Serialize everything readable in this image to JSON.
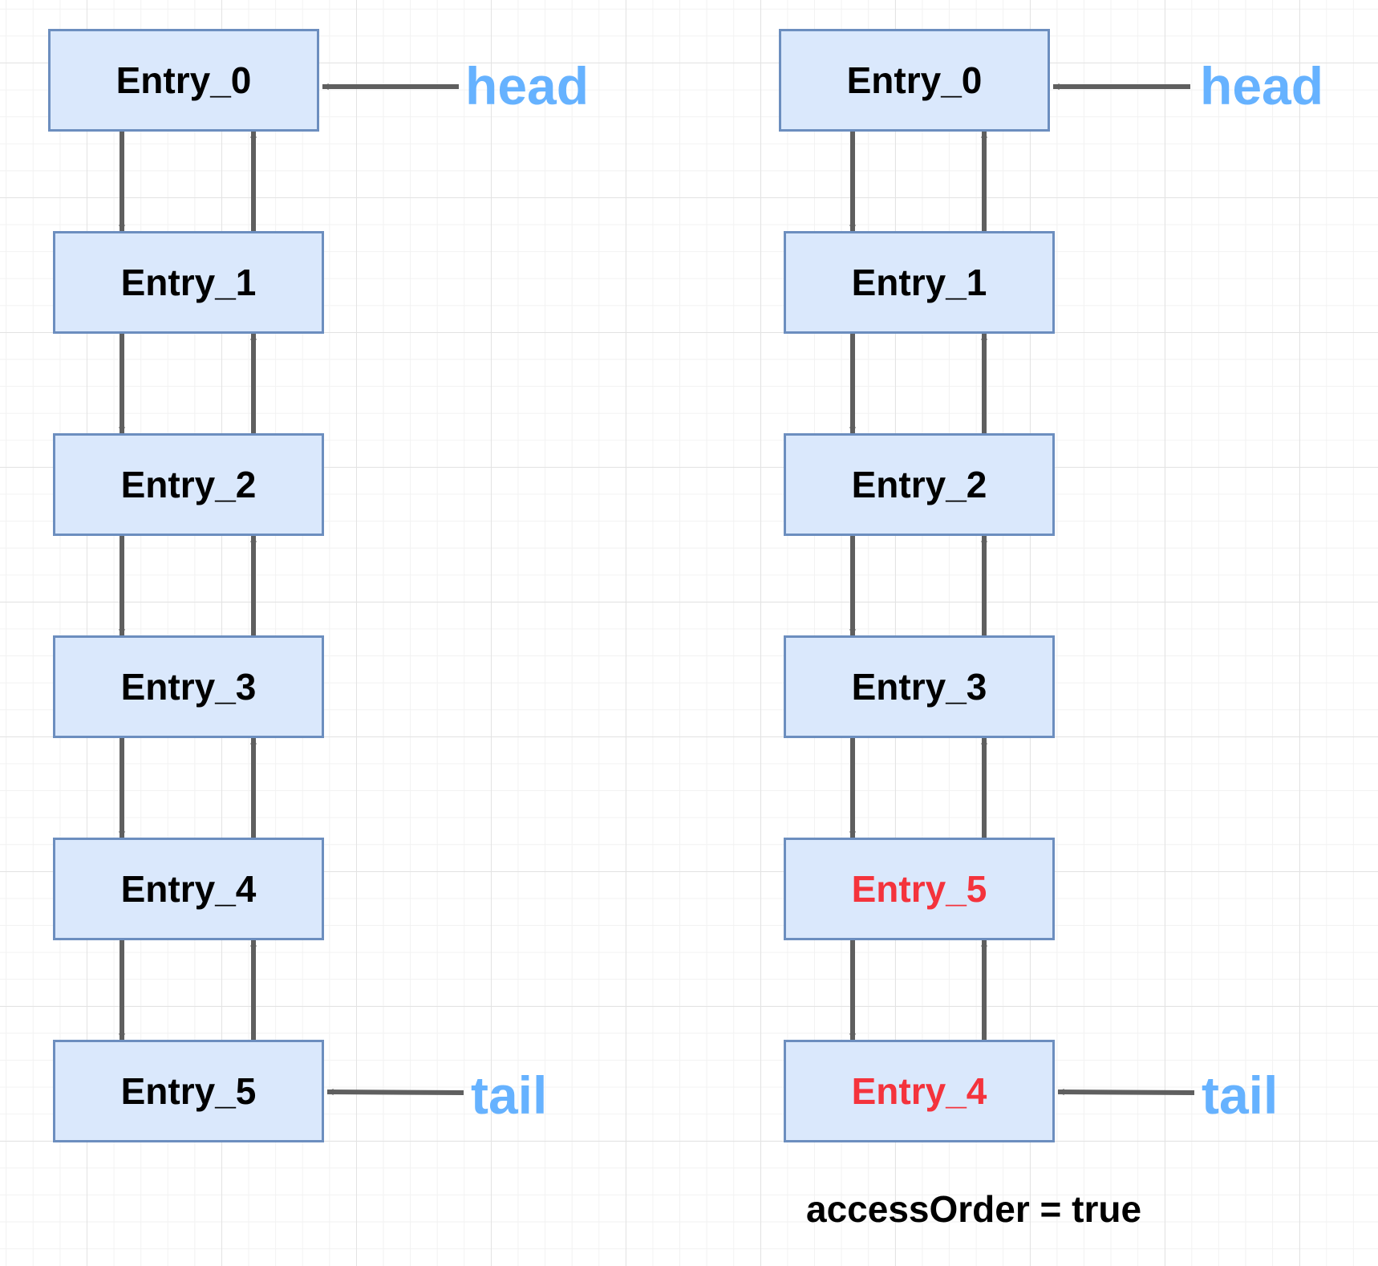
{
  "left_list": {
    "entries": [
      "Entry_0",
      "Entry_1",
      "Entry_2",
      "Entry_3",
      "Entry_4",
      "Entry_5"
    ],
    "head_label": "head",
    "tail_label": "tail"
  },
  "right_list": {
    "entries": [
      "Entry_0",
      "Entry_1",
      "Entry_2",
      "Entry_3",
      "Entry_5",
      "Entry_4"
    ],
    "highlighted_entries": [
      "Entry_5",
      "Entry_4"
    ],
    "head_label": "head",
    "tail_label": "tail",
    "caption": "accessOrder = true"
  },
  "colors": {
    "node_fill": "#dae8fc",
    "node_border": "#6c8ebf",
    "arrow": "#5f5f5f",
    "pointer_label": "#66b2ff",
    "highlight_text": "#f4333c"
  }
}
